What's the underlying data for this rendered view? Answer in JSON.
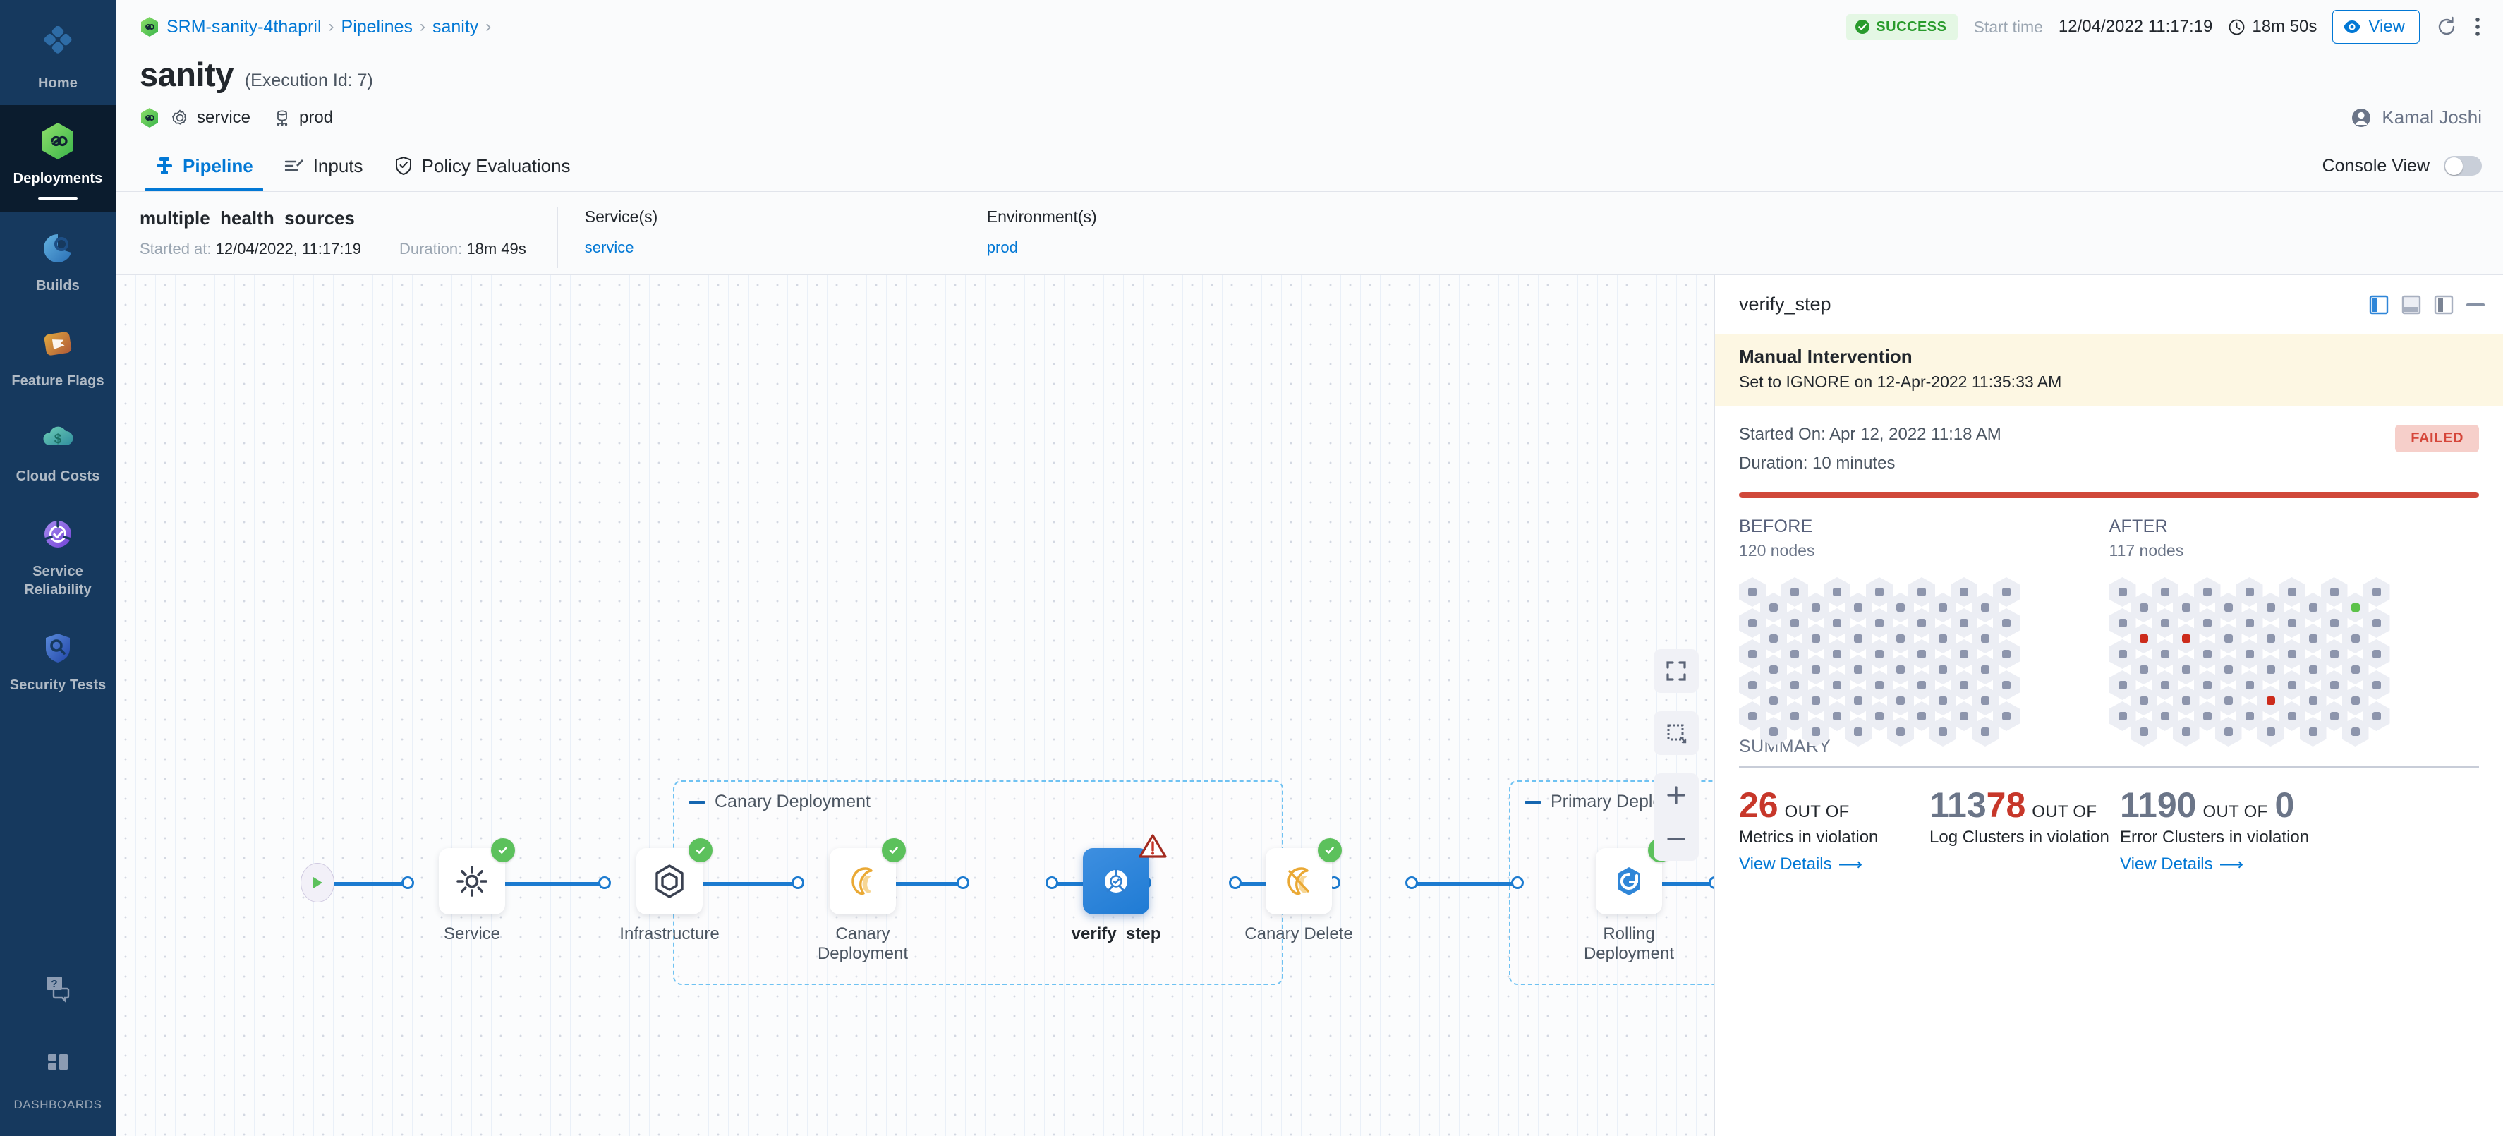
{
  "nav": {
    "items": [
      {
        "label": "Home",
        "icon": "home-diamond-icon",
        "active": false
      },
      {
        "label": "Deployments",
        "icon": "deployments-infinity-icon",
        "active": true
      },
      {
        "label": "Builds",
        "icon": "builds-icon",
        "active": false
      },
      {
        "label": "Feature Flags",
        "icon": "feature-flags-icon",
        "active": false
      },
      {
        "label": "Cloud Costs",
        "icon": "cloud-costs-icon",
        "active": false
      },
      {
        "label": "Service Reliability",
        "icon": "service-reliability-icon",
        "active": false
      },
      {
        "label": "Security Tests",
        "icon": "security-tests-shield-icon",
        "active": false
      }
    ],
    "bottom": [
      {
        "label": "",
        "icon": "help-chat-icon"
      },
      {
        "label": "DASHBOARDS",
        "icon": "dashboards-grid-icon"
      }
    ]
  },
  "header": {
    "breadcrumbs": [
      {
        "label": "SRM-sanity-4thapril",
        "icon": "harness-module-icon"
      },
      {
        "label": "Pipelines"
      },
      {
        "label": "sanity"
      }
    ],
    "status_badge": "SUCCESS",
    "start_time_label": "Start time",
    "start_time_value": "12/04/2022 11:17:19",
    "duration": "18m 50s",
    "view_button": "View",
    "refresh_icon": "refresh-icon",
    "more_icon": "more-vertical-icon",
    "colors": {
      "success": "#299b2c",
      "success_bg": "#e4f7e4",
      "primary": "#0278d5"
    }
  },
  "title": {
    "name": "sanity",
    "execution_id": "(Execution Id: 7)",
    "service_chip": "service",
    "environment_chip": "prod",
    "user": "Kamal Joshi"
  },
  "tabs": {
    "items": [
      {
        "label": "Pipeline",
        "icon": "pipeline-icon",
        "active": true
      },
      {
        "label": "Inputs",
        "icon": "inputs-icon",
        "active": false
      },
      {
        "label": "Policy Evaluations",
        "icon": "policy-shield-icon",
        "active": false
      }
    ],
    "console_view_label": "Console View",
    "console_view_on": false
  },
  "exec_summary": {
    "stage_name": "multiple_health_sources",
    "started_at_label": "Started at:",
    "started_at_value": "12/04/2022, 11:17:19",
    "duration_label": "Duration:",
    "duration_value": "18m 49s",
    "services_header": "Service(s)",
    "services_value": "service",
    "environments_header": "Environment(s)",
    "environments_value": "prod"
  },
  "graph": {
    "groups": [
      {
        "label": "Canary Deployment"
      },
      {
        "label": "Primary Deploy..."
      }
    ],
    "nodes": [
      {
        "label": "Service",
        "icon": "gear-icon",
        "status": "success",
        "selected": false
      },
      {
        "label": "Infrastructure",
        "icon": "hexagon-icon",
        "status": "success",
        "selected": false
      },
      {
        "label": "Canary Deployment",
        "icon": "canary-bird-icon",
        "status": "success",
        "selected": false
      },
      {
        "label": "verify_step",
        "icon": "verify-icon",
        "status": "warning",
        "selected": true
      },
      {
        "label": "Canary Delete",
        "icon": "canary-delete-icon",
        "status": "success",
        "selected": false
      },
      {
        "label": "Rolling Deployment",
        "icon": "rolling-deployment-icon",
        "status": "success",
        "selected": false
      }
    ],
    "controls": [
      {
        "icon": "fit-screen-icon"
      },
      {
        "icon": "selection-box-icon"
      },
      {
        "icon": "zoom-in-icon"
      },
      {
        "icon": "zoom-out-icon"
      }
    ]
  },
  "detail": {
    "title": "verify_step",
    "pane_icons": [
      "pane-left-icon",
      "pane-bottom-icon",
      "pane-right-icon",
      "minimize-icon"
    ],
    "banner": {
      "title": "Manual Intervention",
      "subtitle": "Set to IGNORE on 12-Apr-2022 11:35:33 AM"
    },
    "started_on": "Started On: Apr 12, 2022 11:18 AM",
    "duration": "Duration: 10 minutes",
    "status_pill": "FAILED",
    "before": {
      "title": "BEFORE",
      "nodes": "120 nodes"
    },
    "after": {
      "title": "AFTER",
      "nodes": "117 nodes"
    },
    "summary_header": "SUMMARY",
    "summary_cards": [
      {
        "num_primary": "26",
        "num_primary_color": "red",
        "num_secondary": "",
        "num_secondary_color": "",
        "out_of": "OUT OF",
        "description": "Metrics in violation",
        "link": "View Details"
      },
      {
        "num_primary": "113",
        "num_primary_color": "gray",
        "num_secondary": "78",
        "num_secondary_color": "red",
        "out_of": "OUT OF",
        "description": "Log Clusters in violation",
        "link": ""
      },
      {
        "num_primary": "1190",
        "num_primary_color": "gray",
        "num_secondary": "",
        "num_secondary_color": "",
        "out_of": "OUT OF",
        "denominator": "0",
        "description": "Error Clusters in violation",
        "link": "View Details"
      }
    ],
    "colors": {
      "failed": "#d0483a",
      "failed_bg": "#f6cfca",
      "banner_bg": "#fdf7e3"
    }
  }
}
